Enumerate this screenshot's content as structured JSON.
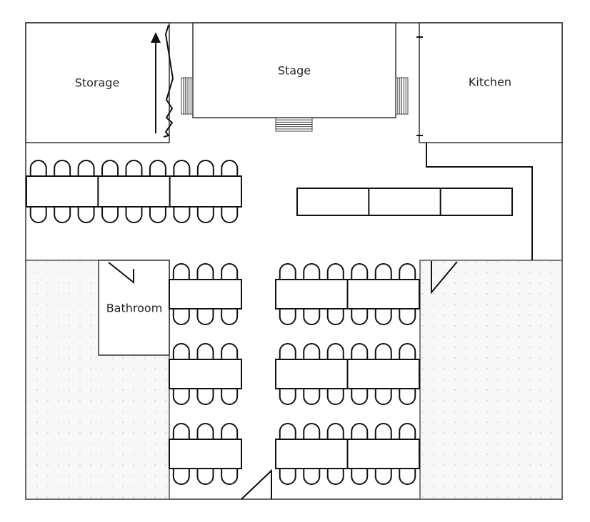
{
  "title": "Event hall floor plan",
  "rooms": {
    "storage": "Storage",
    "stage": "Stage",
    "kitchen": "Kitchen",
    "bathroom": "Bathroom"
  },
  "colors": {
    "line": "#111111",
    "dotted_fill": "#f7f7f7",
    "dot": "#bbbbbb"
  },
  "furniture": {
    "top_table_segments": 3,
    "top_chairs_per_side": 9,
    "counter_segments": 3,
    "left_table_rows": 3,
    "left_chairs_per_side": 3,
    "right_table_rows": 3,
    "right_table_segments": 2,
    "right_chairs_per_side": 6
  }
}
